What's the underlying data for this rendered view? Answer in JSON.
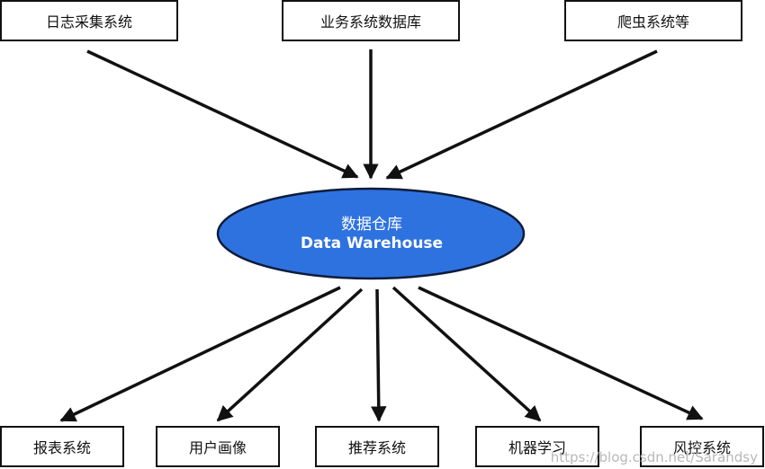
{
  "sources": {
    "log": "日志采集系统",
    "business_db": "业务系统数据库",
    "crawler": "爬虫系统等"
  },
  "center": {
    "title_cn": "数据仓库",
    "title_en": "Data Warehouse"
  },
  "consumers": {
    "report": "报表系统",
    "user_profile": "用户画像",
    "recommendation": "推荐系统",
    "machine_learning": "机器学习",
    "risk_control": "风控系统"
  },
  "watermark": "https://blog.csdn.net/Sarandsy",
  "colors": {
    "ellipse_fill": "#2E72E0",
    "ellipse_stroke": "#0D1C3A",
    "arrow": "#111111"
  }
}
